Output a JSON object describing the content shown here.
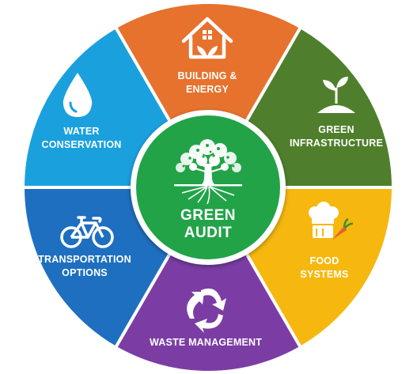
{
  "center": {
    "line1": "GREEN",
    "line2": "AUDIT",
    "icon": "tree-with-roots-icon",
    "color": "#22a348"
  },
  "segments": [
    {
      "id": "building",
      "lines": [
        "BUILDING &",
        "ENERGY"
      ],
      "icon": "house-leaf-icon",
      "color": "#e6722e"
    },
    {
      "id": "green-infra",
      "lines": [
        "GREEN",
        "INFRASTRUCTURE"
      ],
      "icon": "seedling-icon",
      "color": "#4f7f2c"
    },
    {
      "id": "food",
      "lines": [
        "FOOD",
        "SYSTEMS"
      ],
      "icon": "chef-hat-carrot-icon",
      "color": "#f6b80f"
    },
    {
      "id": "waste",
      "lines": [
        "WASTE MANAGEMENT"
      ],
      "icon": "recycle-leaves-icon",
      "color": "#7b3da4"
    },
    {
      "id": "transport",
      "lines": [
        "TRANSPORTATION",
        "OPTIONS"
      ],
      "icon": "bicycle-icon",
      "color": "#1f6fc0"
    },
    {
      "id": "water",
      "lines": [
        "WATER",
        "CONSERVATION"
      ],
      "icon": "water-drop-icon",
      "color": "#1ba0de"
    }
  ]
}
